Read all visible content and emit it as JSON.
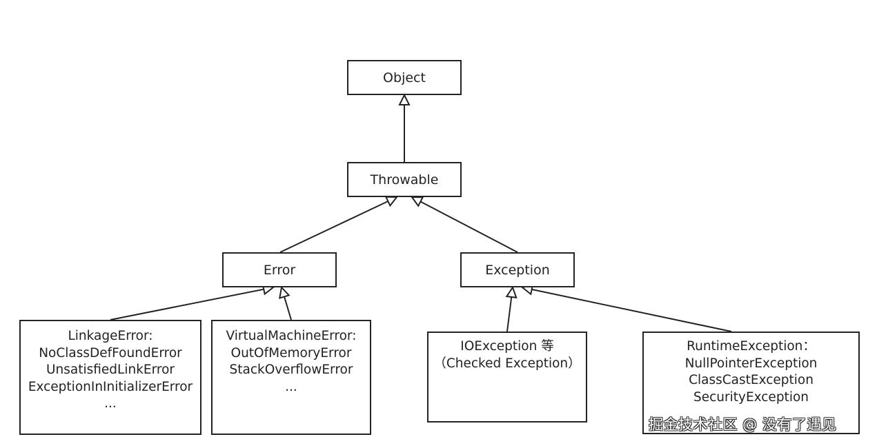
{
  "diagram": {
    "nodes": {
      "object": {
        "label": "Object"
      },
      "throwable": {
        "label": "Throwable"
      },
      "error": {
        "label": "Error"
      },
      "exception": {
        "label": "Exception"
      },
      "linkage_error": {
        "lines": [
          "LinkageError:",
          "NoClassDefFoundError",
          "UnsatisfiedLinkError",
          "ExceptionInInitializerError",
          "..."
        ]
      },
      "virtual_machine_error": {
        "lines": [
          "VirtualMachineError:",
          "OutOfMemoryError",
          "StackOverflowError",
          "..."
        ]
      },
      "io_exception": {
        "lines": [
          "IOException 等",
          "（Checked Exception）"
        ]
      },
      "runtime_exception": {
        "lines": [
          "RuntimeException：",
          "NullPointerException",
          "ClassCastException",
          "SecurityException"
        ]
      }
    },
    "edges": [
      {
        "from": "throwable",
        "to": "object",
        "type": "inheritance"
      },
      {
        "from": "error",
        "to": "throwable",
        "type": "inheritance"
      },
      {
        "from": "exception",
        "to": "throwable",
        "type": "inheritance"
      },
      {
        "from": "linkage_error",
        "to": "error",
        "type": "inheritance"
      },
      {
        "from": "virtual_machine_error",
        "to": "error",
        "type": "inheritance"
      },
      {
        "from": "io_exception",
        "to": "exception",
        "type": "inheritance"
      },
      {
        "from": "runtime_exception",
        "to": "exception",
        "type": "inheritance"
      }
    ]
  },
  "watermark": "掘金技术社区 @ 没有了遇见"
}
